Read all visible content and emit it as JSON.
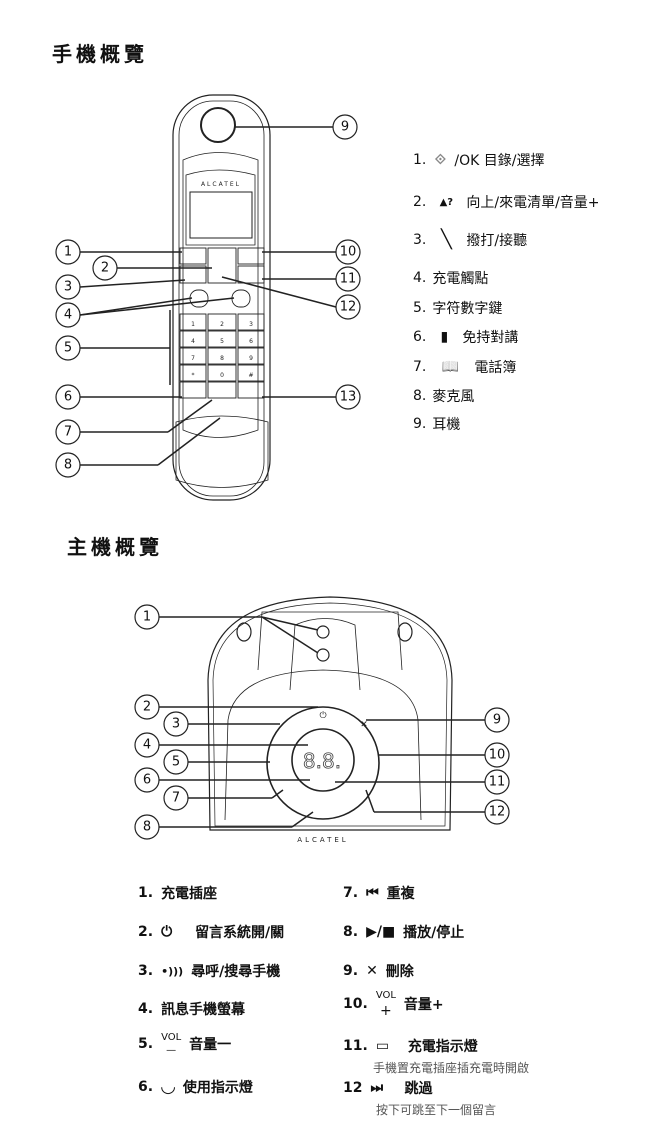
{
  "handset": {
    "title": "手機概覽",
    "brand": "ALCATEL",
    "callouts_left": [
      "1",
      "2",
      "3",
      "4",
      "5",
      "6",
      "7",
      "8"
    ],
    "callouts_right": [
      "9",
      "10",
      "11",
      "12",
      "13"
    ],
    "keys": [
      "1",
      "2",
      "3",
      "4",
      "5",
      "6",
      "7",
      "8",
      "9",
      "*",
      "0",
      "#"
    ],
    "legend": [
      {
        "num": "1.",
        "icon": "nav-ok-icon",
        "glyph": "⟐",
        "label": "/OK 目錄/選擇"
      },
      {
        "num": "2.",
        "icon": "up-caller-icon",
        "glyph": "▲?",
        "label": "向上/來電清單/音量+"
      },
      {
        "num": "3.",
        "icon": "phone-handset-icon",
        "glyph": "╲",
        "label": "撥打/接聽"
      },
      {
        "num": "4.",
        "label": "充電觸點"
      },
      {
        "num": "5.",
        "label": "字符數字鍵"
      },
      {
        "num": "6.",
        "icon": "handsfree-icon",
        "glyph": "▮",
        "label": "免持對講"
      },
      {
        "num": "7.",
        "icon": "phonebook-icon",
        "glyph": "📖",
        "label": "電話簿"
      },
      {
        "num": "8.",
        "label": "麥克風"
      },
      {
        "num": "9.",
        "label": "耳機"
      }
    ]
  },
  "base": {
    "title": "主機概覽",
    "brand": "ALCATEL",
    "display": "8.8.",
    "callouts_left": [
      "1",
      "2",
      "3",
      "4",
      "5",
      "6",
      "7",
      "8"
    ],
    "callouts_right": [
      "9",
      "10",
      "11",
      "12"
    ],
    "legend_left": [
      {
        "num": "1.",
        "label": "充電插座"
      },
      {
        "num": "2.",
        "icon": "power-icon",
        "glyph": "⏻",
        "label": "留言系統開/關"
      },
      {
        "num": "3.",
        "icon": "page-icon",
        "glyph": "•)))",
        "label": "尋呼/搜尋手機"
      },
      {
        "num": "4.",
        "label": "訊息手機螢幕"
      },
      {
        "num": "5.",
        "icon": "vol-minus-icon",
        "glyph_top": "VOL",
        "glyph_bottom": "—",
        "label": "音量一"
      },
      {
        "num": "6.",
        "icon": "in-use-icon",
        "glyph": "◡",
        "label": "使用指示燈"
      }
    ],
    "legend_right": [
      {
        "num": "7.",
        "icon": "repeat-icon",
        "glyph": "⏮",
        "label": "重複"
      },
      {
        "num": "8.",
        "icon": "play-stop-icon",
        "glyph": "▶/■",
        "label": "播放/停止"
      },
      {
        "num": "9.",
        "icon": "delete-icon",
        "glyph": "✕",
        "label": "刪除"
      },
      {
        "num": "10.",
        "icon": "vol-plus-icon",
        "glyph_top": "VOL",
        "glyph_bottom": "+",
        "label": "音量+"
      },
      {
        "num": "11.",
        "icon": "battery-icon",
        "glyph": "▭",
        "label": "充電指示燈",
        "note": "手機置充電插座插充電時開啟"
      },
      {
        "num": "12",
        "icon": "skip-icon",
        "glyph": "⏭",
        "label": "跳過",
        "note": "按下可跳至下一個留言"
      }
    ]
  }
}
